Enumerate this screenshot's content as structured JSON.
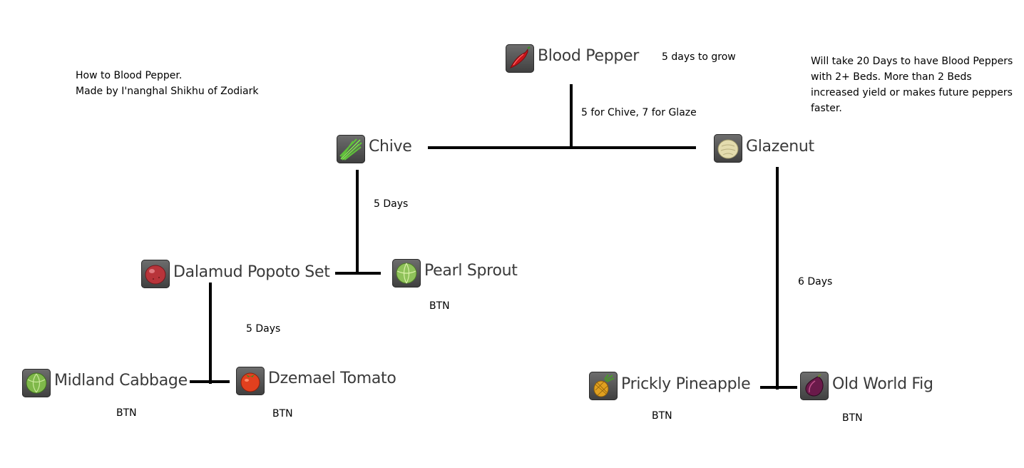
{
  "credits": {
    "line1": "How to Blood Pepper.",
    "line2": "Made by I'nanghal Shikhu of Zodiark"
  },
  "note_right": "Will take 20 Days to have Blood Peppers with 2+ Beds. More than 2 Beds increased yield or makes future peppers faster.",
  "nodes": {
    "blood_pepper": {
      "label": "Blood Pepper",
      "icon": "chili-pepper-icon"
    },
    "chive": {
      "label": "Chive",
      "icon": "chive-icon"
    },
    "glazenut": {
      "label": "Glazenut",
      "icon": "nut-icon"
    },
    "dalamud_popoto": {
      "label": "Dalamud Popoto Set",
      "icon": "potato-icon"
    },
    "pearl_sprout": {
      "label": "Pearl Sprout",
      "icon": "sprout-icon"
    },
    "midland_cabbage": {
      "label": "Midland Cabbage",
      "icon": "cabbage-icon"
    },
    "dzemael_tomato": {
      "label": "Dzemael Tomato",
      "icon": "tomato-icon"
    },
    "prickly_pineapple": {
      "label": "Prickly Pineapple",
      "icon": "pineapple-icon"
    },
    "old_world_fig": {
      "label": "Old World Fig",
      "icon": "fig-icon"
    }
  },
  "edge_labels": {
    "blood_pepper_grow": "5 days to grow",
    "blood_pepper_parents": "5 for Chive, 7 for Glaze",
    "chive_parents": "5 Days",
    "popoto_parents": "5 Days",
    "glazenut_parents": "6 Days"
  },
  "source_labels": {
    "pearl_sprout": "BTN",
    "midland_cabbage": "BTN",
    "dzemael_tomato": "BTN",
    "prickly_pineapple": "BTN",
    "old_world_fig": "BTN"
  },
  "colors": {
    "line": "#000000",
    "label_text": "#3a3a3a",
    "icon_frame": "#4a4a4a"
  }
}
